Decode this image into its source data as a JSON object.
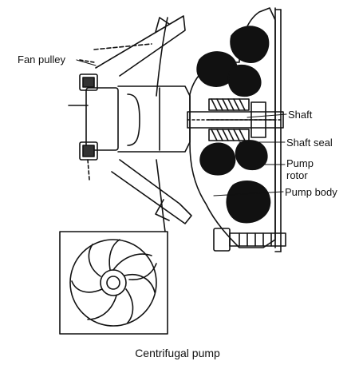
{
  "labels": {
    "fan_pulley": "Fan pulley",
    "shaft": "Shaft",
    "shaft_seal": "Shaft seal",
    "pump_rotor": "Pump rotor",
    "pump_body": "Pump body"
  },
  "caption": "Centrifugal pump",
  "colors": {
    "ink": "#111111",
    "background": "#ffffff"
  }
}
